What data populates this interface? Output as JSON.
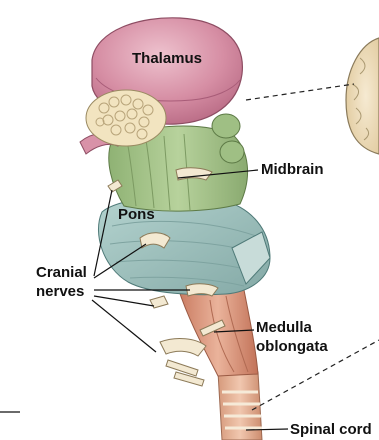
{
  "labels": {
    "thalamus": "Thalamus",
    "midbrain": "Midbrain",
    "pons": "Pons",
    "cranial_line1": "Cranial",
    "cranial_line2": "nerves",
    "medulla_line1": "Medulla",
    "medulla_line2": "oblongata",
    "spinal_cord": "Spinal cord"
  },
  "colors": {
    "thalamus": "#d08aa0",
    "thalamus_highlight": "#e8b3c2",
    "midbrain": "#a9c68e",
    "pons": "#9fc2bf",
    "medulla": "#d89a80",
    "spinal_cord": "#e0b096",
    "nerves": "#f3e9d2",
    "pineal_cells": "#f2e4c0",
    "leader_line": "#111111",
    "background": "#ffffff"
  }
}
